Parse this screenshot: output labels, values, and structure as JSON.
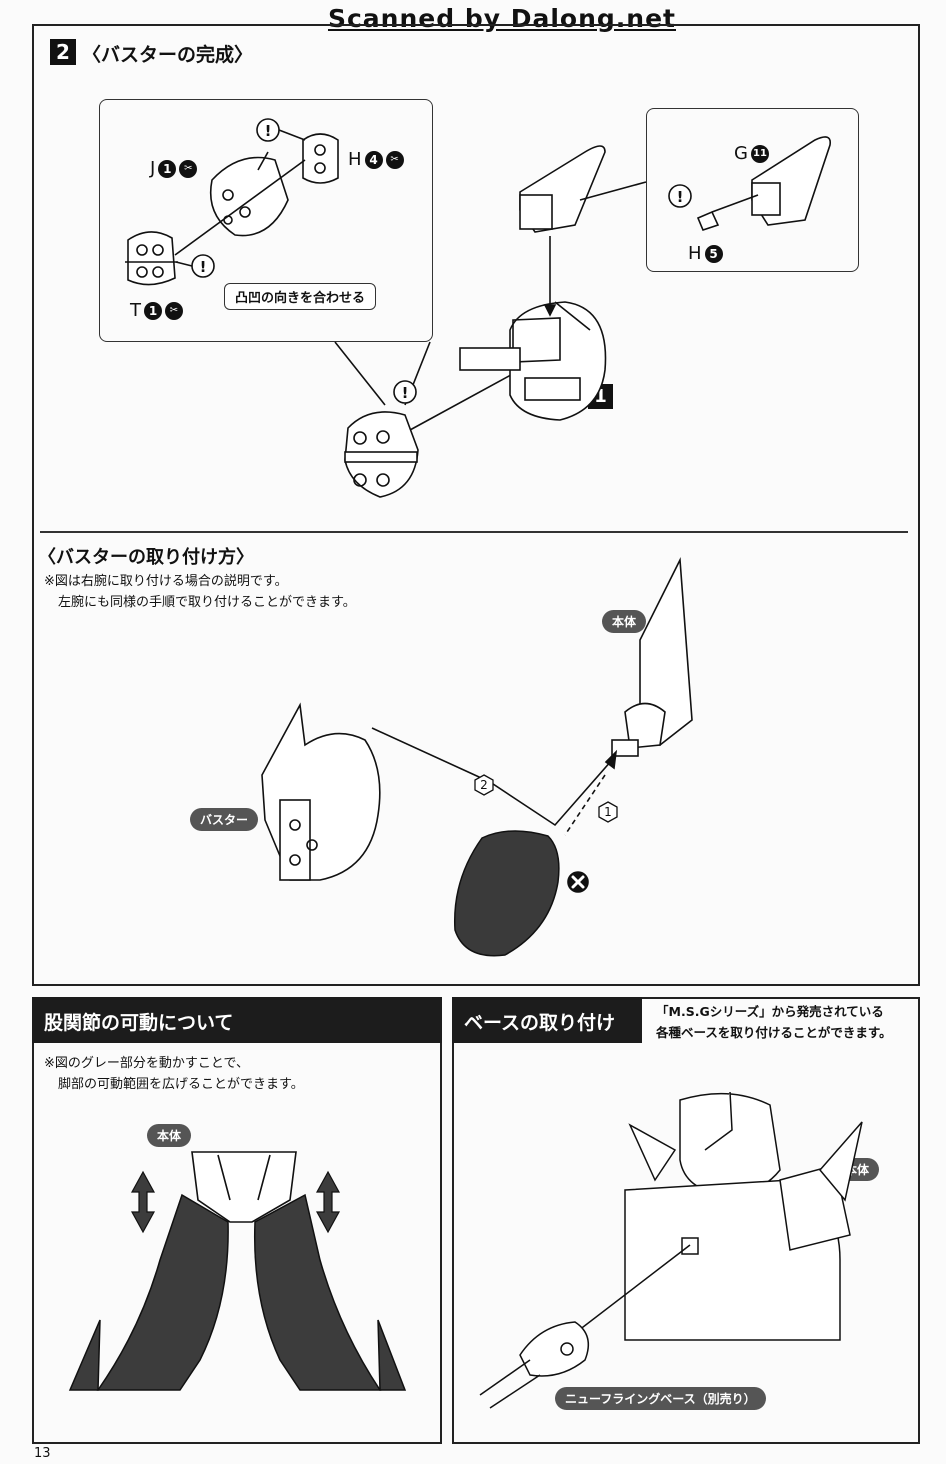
{
  "watermark": "Scanned by Dalong.net",
  "section2": {
    "number": "2",
    "title": "〈バスターの完成〉",
    "align_note": "凸凹の向きを合わせる",
    "parts": {
      "j": {
        "letter": "J",
        "num": "1"
      },
      "h4": {
        "letter": "H",
        "num": "4"
      },
      "t": {
        "letter": "T",
        "num": "1"
      },
      "g": {
        "letter": "G",
        "num": "11"
      },
      "h5": {
        "letter": "H",
        "num": "5"
      }
    },
    "step_ref": "1"
  },
  "mount": {
    "title": "〈バスターの取り付け方〉",
    "note_line1": "※図は右腕に取り付ける場合の説明です。",
    "note_line2": "左腕にも同様の手順で取り付けることができます。",
    "body_label": "本体",
    "buster_label": "バスター",
    "step1": "1",
    "step2": "2"
  },
  "hip": {
    "header": "股関節の可動について",
    "note_line1": "※図のグレー部分を動かすことで、",
    "note_line2": "脚部の可動範囲を広げることができます。",
    "body_label": "本体"
  },
  "base": {
    "header": "ベースの取り付け",
    "note_line1": "「M.S.Gシリーズ」から発売されている",
    "note_line2": "各種ベースを取り付けることができます。",
    "body_label": "本体",
    "base_label": "ニューフライングベース（別売り）"
  },
  "page_number": "13",
  "colors": {
    "ink": "#111111",
    "gray": "#555555",
    "dark_part": "#3a3a3a"
  }
}
